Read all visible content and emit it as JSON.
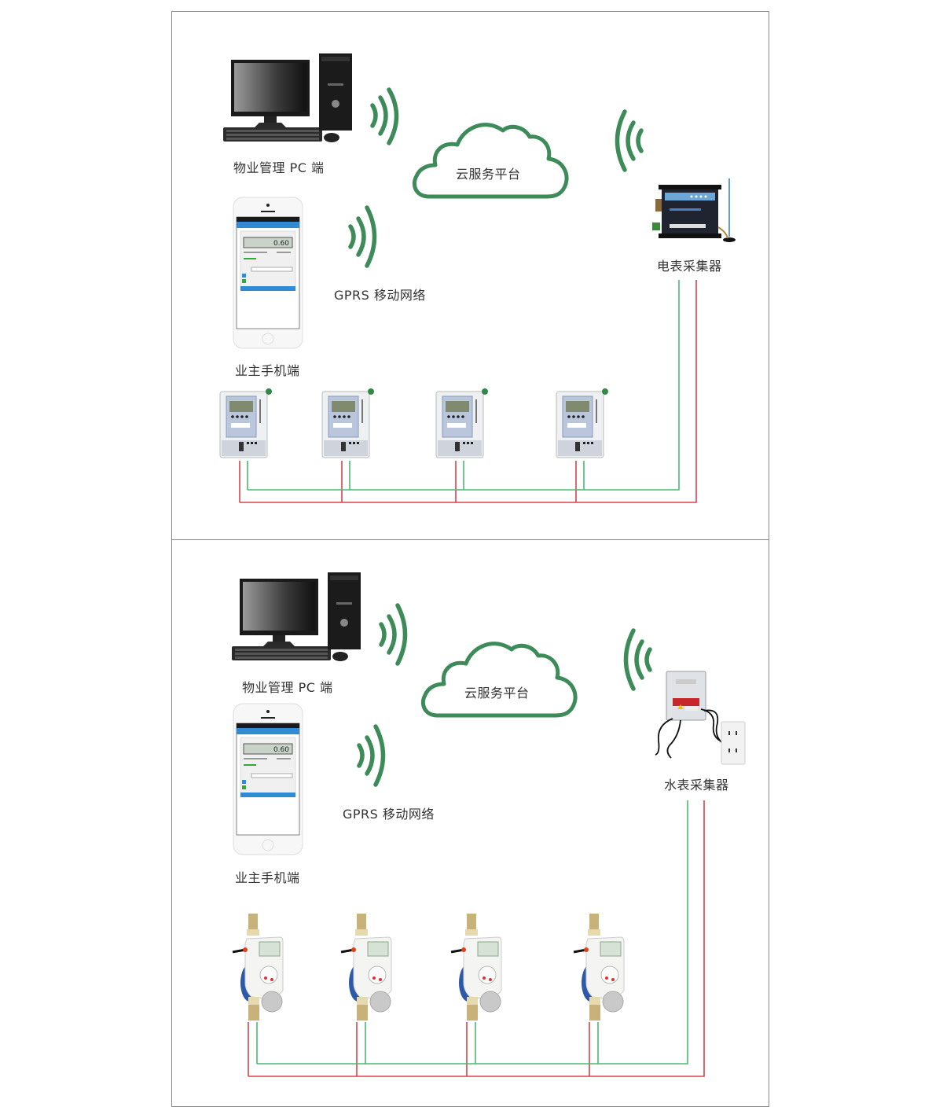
{
  "colors": {
    "signal_green": "#3e8b5a",
    "wire_green": "#4cb873",
    "wire_red": "#d8434b",
    "border": "#888888",
    "label_text": "#333333"
  },
  "panels": [
    {
      "id": "electric",
      "pc_label": "物业管理 PC 端",
      "cloud_label": "云服务平台",
      "phone_label": "业主手机端",
      "network_label": "GPRS 移动网络",
      "collector_label": "电表采集器",
      "collector_type": "electric-meter-collector",
      "meter_type": "electric-meter",
      "meter_count": 4,
      "phone_reading": "0.60"
    },
    {
      "id": "water",
      "pc_label": "物业管理 PC 端",
      "cloud_label": "云服务平台",
      "phone_label": "业主手机端",
      "network_label": "GPRS 移动网络",
      "collector_label": "水表采集器",
      "collector_type": "water-meter-collector",
      "meter_type": "water-meter",
      "meter_count": 4,
      "phone_reading": "0.60"
    }
  ]
}
